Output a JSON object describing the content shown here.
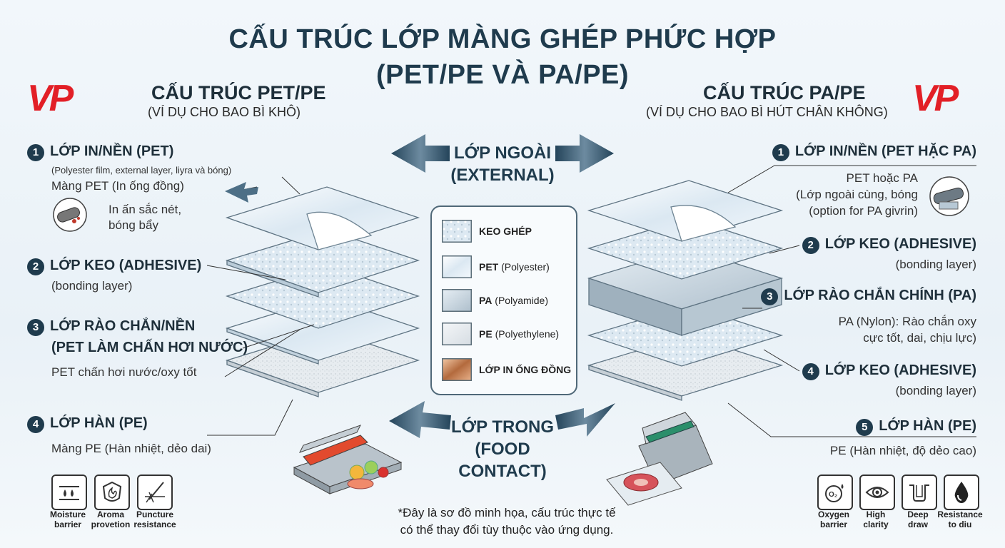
{
  "title": {
    "line1": "CẤU TRÚC  LỚP MÀNG GHÉP PHỨC HỢP",
    "line2": "(PET/PE VÀ PA/PE)"
  },
  "logo": {
    "text": "VP"
  },
  "colors": {
    "accent": "#1f3b4d",
    "brand_red": "#e21f26"
  },
  "left": {
    "heading": "CẤU TRÚC PET/PE",
    "subheading": "(VÍ DỤ CHO BAO BÌ KHÔ)",
    "layers": [
      {
        "num": "1",
        "title": "LỚP IN/NỀN (PET)",
        "note_small": "(Polyester film, external layer, liyra và bóng)",
        "note": "Màng PET (In ống đồng)",
        "icon_note_1": "In ấn sắc nét,",
        "icon_note_2": "bóng bẩy"
      },
      {
        "num": "2",
        "title": "LỚP KEO (ADHESIVE)",
        "note": "(bonding layer)"
      },
      {
        "num": "3",
        "title": "LỚP RÀO CHẮN/NỀN",
        "title2": "(PET LÀM CHẤN HƠI NƯỚC)",
        "note": "PET chấn hơi nước/oxy tốt"
      },
      {
        "num": "4",
        "title": "LỚP HÀN (PE)",
        "note": "Màng PE (Hàn nhiệt, dẻo dai)"
      }
    ],
    "icons": [
      {
        "icon": "moisture-icon",
        "label1": "Moisture",
        "label2": "barrier"
      },
      {
        "icon": "aroma-icon",
        "label1": "Aroma",
        "label2": "provetion"
      },
      {
        "icon": "puncture-icon",
        "label1": "Puncture",
        "label2": "resistance"
      }
    ]
  },
  "right": {
    "heading": "CẤU TRÚC PA/PE",
    "subheading": "(VÍ DỤ CHO BAO BÌ HÚT CHÂN KHÔNG)",
    "layers": [
      {
        "num": "1",
        "title": "LỚP IN/NỀN (PET HẶC PA)",
        "note_1": "PET hoặc PA",
        "note_2": "(Lớp ngoài cùng, bóng",
        "note_3": "(option for PA givrin)"
      },
      {
        "num": "2",
        "title": "LỚP KEO (ADHESIVE)",
        "note": "(bonding layer)"
      },
      {
        "num": "3",
        "title": "LỚP RÀO CHẮN CHÍNH (PA)",
        "note_1": "PA (Nylon): Rào chắn oxy",
        "note_2": "cực tốt, dai, chịu lực)"
      },
      {
        "num": "4",
        "title": "LỚP KEO (ADHESIVE)",
        "note": "(bonding layer)"
      },
      {
        "num": "5",
        "title": "LỚP HÀN (PE)",
        "note": "PE (Hàn nhiệt, độ dẻo cao)"
      }
    ],
    "icons": [
      {
        "icon": "oxygen-icon",
        "label1": "Oxygen",
        "label2": "barrier"
      },
      {
        "icon": "eye-icon",
        "label1": "High",
        "label2": "clarity"
      },
      {
        "icon": "deep-draw-icon",
        "label1": "Deep",
        "label2": "draw"
      },
      {
        "icon": "oil-drop-icon",
        "label1": "Resistance",
        "label2": "to diu"
      }
    ]
  },
  "center": {
    "outer_1": "LỚP NGOÀI",
    "outer_2": "(EXTERNAL)",
    "inner_1": "LỚP TRONG",
    "inner_2": "(FOOD CONTACT)",
    "legend": [
      {
        "bold": "KEO GHÉP",
        "rest": ""
      },
      {
        "bold": "PET",
        "rest": " (Polyester)"
      },
      {
        "bold": "PA",
        "rest": " (Polyamide)"
      },
      {
        "bold": "PE",
        "rest": " (Polyethylene)"
      },
      {
        "bold": "LỚP IN ỐNG ĐỒNG",
        "rest": ""
      }
    ]
  },
  "footnote": {
    "line1": "*Đây là sơ đồ minh họa, cấu trúc thực tế",
    "line2": "có thể thay đổi tùy thuộc vào ứng dụng."
  }
}
